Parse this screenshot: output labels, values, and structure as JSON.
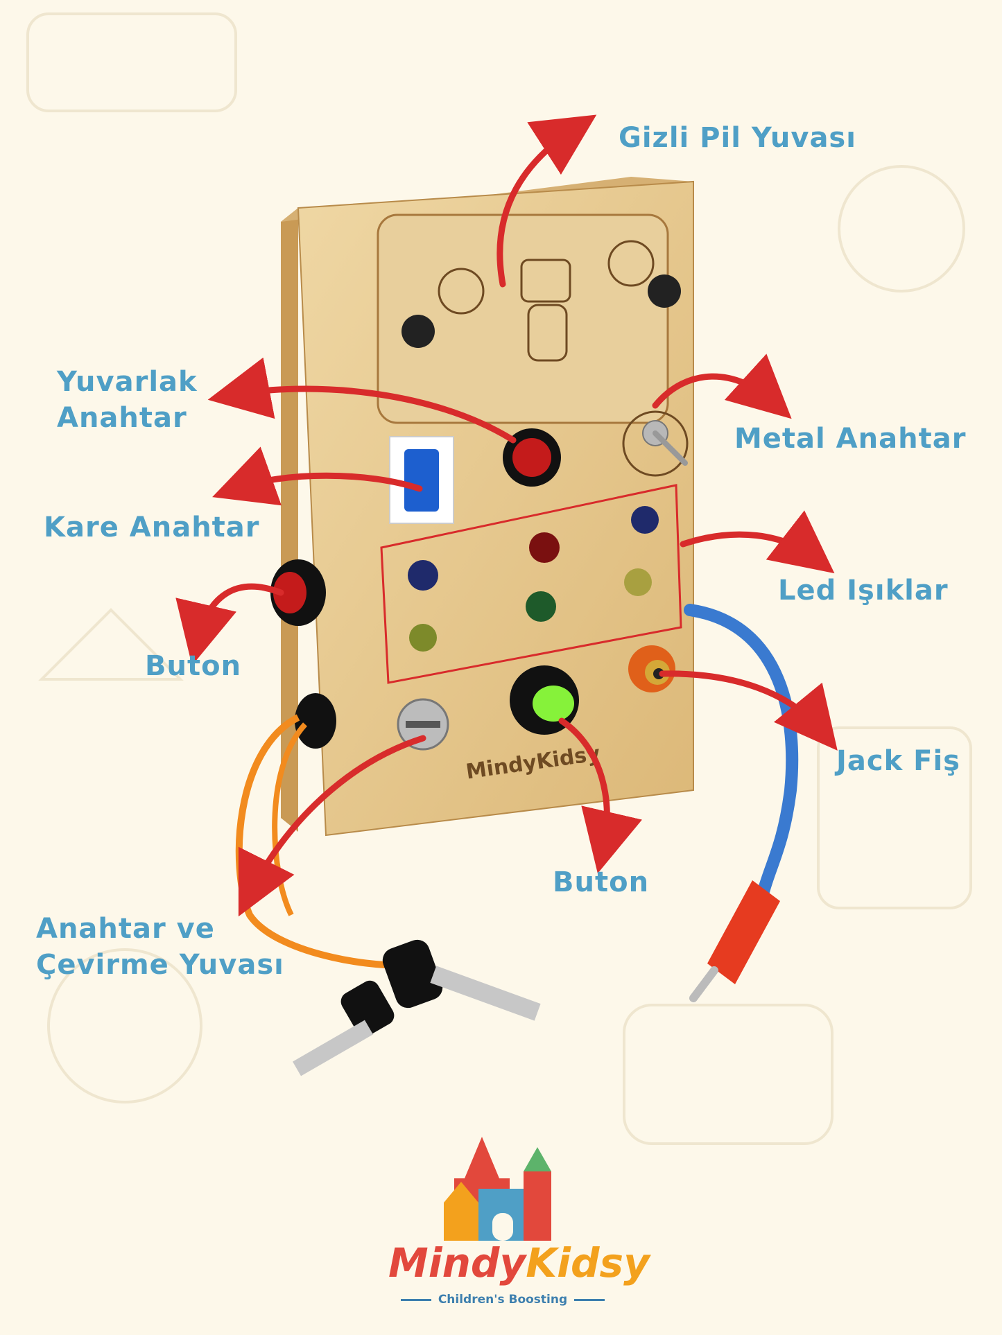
{
  "labels": {
    "hidden_battery": "Gizli Pil Yuvası",
    "round_switch_line1": "Yuvarlak",
    "round_switch_line2": "Anahtar",
    "metal_switch": "Metal Anahtar",
    "square_switch": "Kare Anahtar",
    "led_lights": "Led Işıklar",
    "button_left": "Buton",
    "jack_plug": "Jack Fiş",
    "button_bottom": "Buton",
    "key_line1": "Anahtar ve",
    "key_line2": "Çevirme Yuvası"
  },
  "board": {
    "engraving": "MindyKidsy"
  },
  "brand": {
    "name_part1": "Mindy",
    "name_part2": "Kidsy",
    "tagline": "Children's Boosting"
  },
  "colors": {
    "background": "#fdf8ea",
    "label_text": "#4f9fc6",
    "arrow": "#d82b2b",
    "wood": "#e6c98f",
    "wood_edge": "#c99a55"
  }
}
